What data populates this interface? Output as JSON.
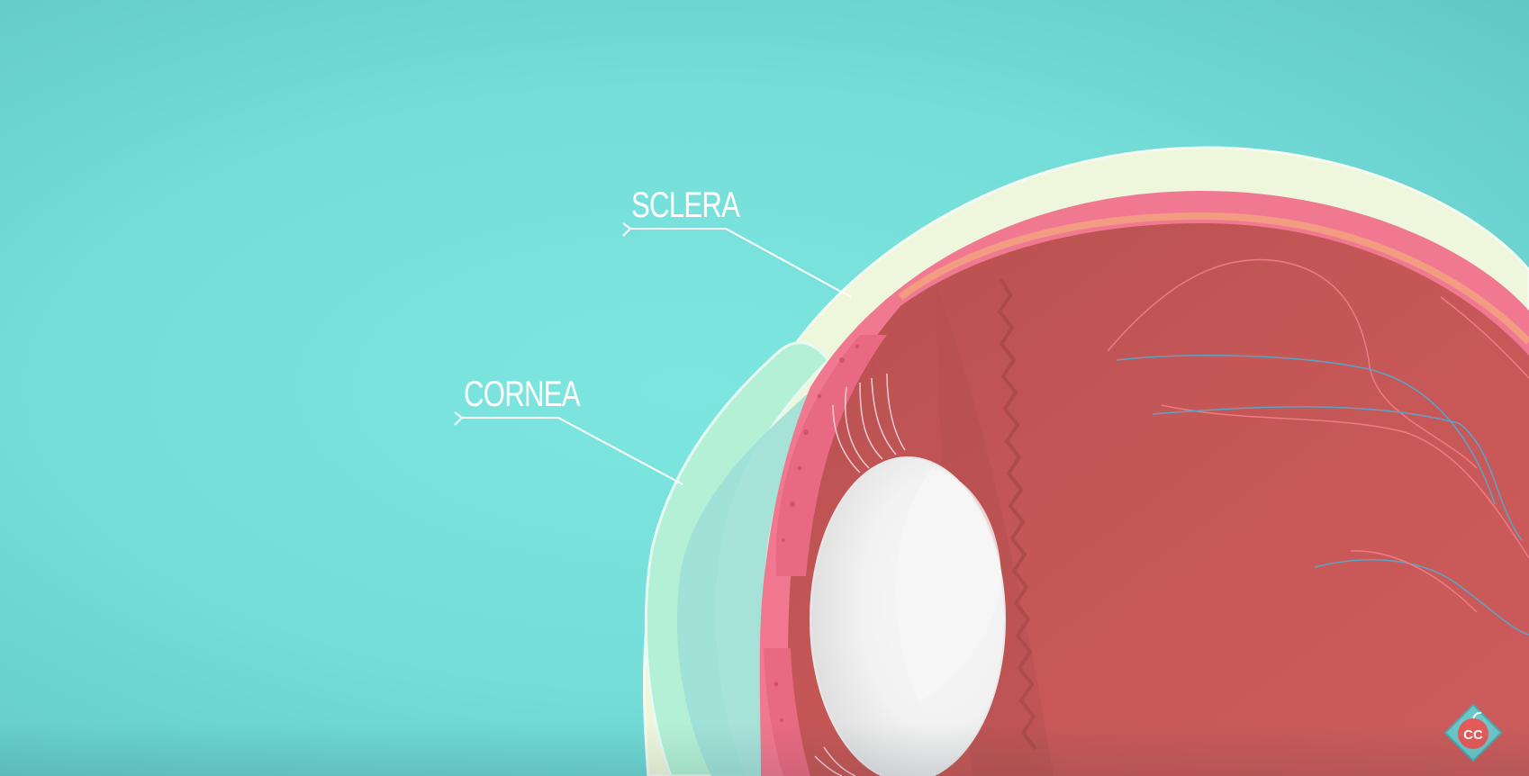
{
  "labels": {
    "sclera": "SCLERA",
    "cornea": "CORNEA"
  },
  "logo": {
    "text": "CC"
  },
  "colors": {
    "background": "#78e2dc",
    "sclera": "#eef6dc",
    "cornea": "#b4f0d6",
    "choroid": "#f07890",
    "interior": "#c85656",
    "lens": "#f2f2f2",
    "vessel_red": "#f07a85",
    "vessel_blue": "#5aa4c8",
    "label_text": "#ffffff"
  },
  "icons": [
    "crash-course-logo-icon"
  ]
}
